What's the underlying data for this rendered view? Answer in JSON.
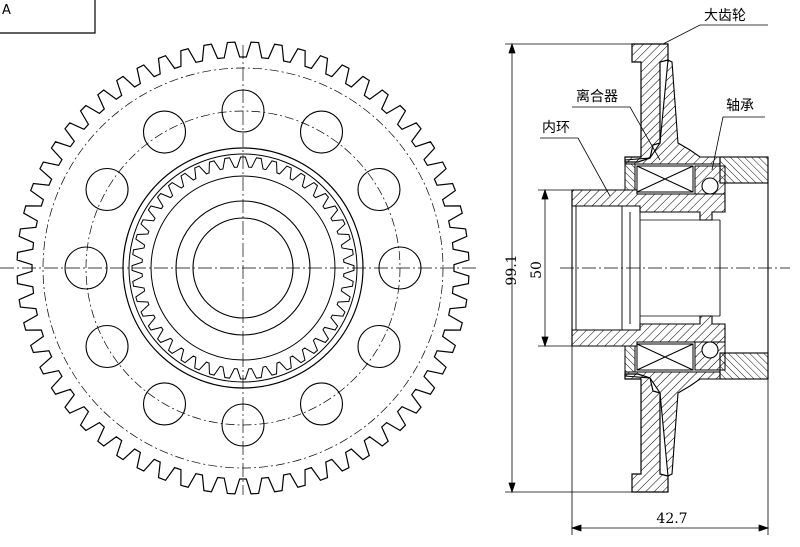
{
  "corner_label": "A",
  "labels": {
    "big_gear": "大齿轮",
    "clutch": "离合器",
    "bearing": "轴承",
    "inner_ring": "内环"
  },
  "dimensions": {
    "outer_diameter": "99.1",
    "inner_diameter": "50",
    "width": "42.7"
  },
  "counts": {
    "outer_teeth": 60,
    "inner_teeth": 44,
    "bolt_holes": 12
  }
}
